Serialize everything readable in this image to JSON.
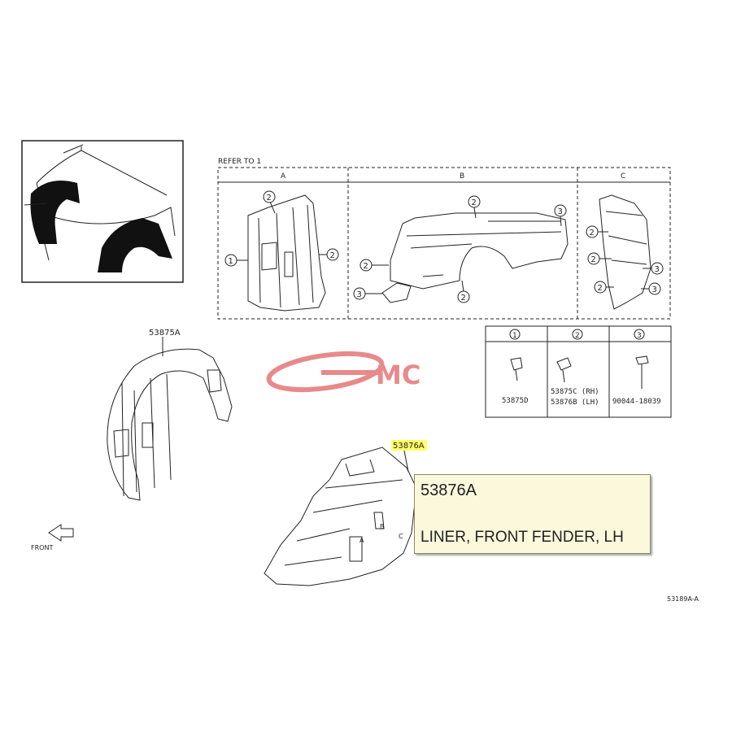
{
  "refer_to": "REFER TO 1",
  "views": [
    {
      "label": "A"
    },
    {
      "label": "B"
    },
    {
      "label": "C"
    }
  ],
  "callouts": {
    "one": "1",
    "two": "2",
    "three": "3"
  },
  "parts_legend": {
    "headers": [
      "1",
      "2",
      "3"
    ],
    "col1": [
      "53875D"
    ],
    "col2": [
      "53875C (RH)",
      "53876B (LH)"
    ],
    "col3": [
      "90044-18039"
    ]
  },
  "part_labels": {
    "rh_liner": "53875A",
    "lh_liner": "53876A"
  },
  "arrow_letters": {
    "a": "A",
    "b": "B",
    "c": "C"
  },
  "front_label": "FRONT",
  "watermark": "MC",
  "diagram_code": "53189A-A",
  "tooltip": {
    "part_number": "53876A",
    "description": "LINER, FRONT FENDER, LH"
  },
  "colors": {
    "line": "#222222",
    "highlight": "#ffff66",
    "watermark": "#e88a8a",
    "tooltip_bg": "#fbf8dc"
  }
}
